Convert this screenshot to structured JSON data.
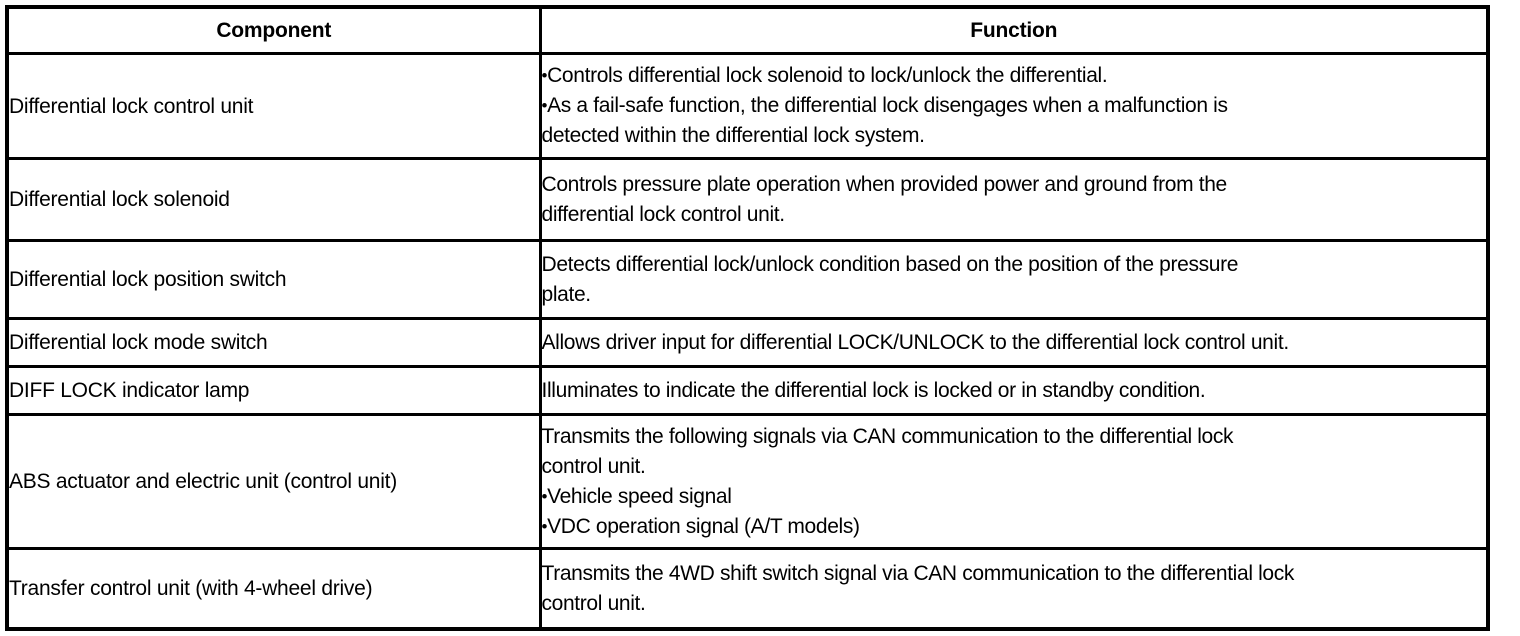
{
  "table": {
    "columns": [
      {
        "key": "component",
        "header": "Component"
      },
      {
        "key": "function",
        "header": "Function"
      }
    ],
    "rows": [
      {
        "component": "Differential lock control unit",
        "function_lines": [
          {
            "bullet": true,
            "text": "Controls differential lock solenoid to lock/unlock the differential."
          },
          {
            "bullet": true,
            "text": "As a fail-safe function, the differential lock disengages when a malfunction is"
          },
          {
            "bullet": false,
            "text": "detected within the differential lock system."
          }
        ]
      },
      {
        "component": "Differential lock solenoid",
        "function_lines": [
          {
            "bullet": false,
            "text": "Controls pressure plate operation when provided power and ground from the"
          },
          {
            "bullet": false,
            "text": "differential lock control unit."
          }
        ]
      },
      {
        "component": "Differential lock position switch",
        "function_lines": [
          {
            "bullet": false,
            "text": "Detects differential lock/unlock condition based on the position of the pressure"
          },
          {
            "bullet": false,
            "text": "plate."
          }
        ]
      },
      {
        "component": "Differential lock mode switch",
        "function_lines": [
          {
            "bullet": false,
            "text": "Allows driver input for differential LOCK/UNLOCK to the differential lock control unit."
          }
        ]
      },
      {
        "component": "DIFF LOCK indicator lamp",
        "function_lines": [
          {
            "bullet": false,
            "text": "Illuminates to indicate the differential lock is locked or in standby condition."
          }
        ]
      },
      {
        "component": "ABS actuator and electric unit (control unit)",
        "function_lines": [
          {
            "bullet": false,
            "text": "Transmits the following signals via CAN communication to the differential lock"
          },
          {
            "bullet": false,
            "text": "control unit."
          },
          {
            "bullet": true,
            "text": "Vehicle speed signal"
          },
          {
            "bullet": true,
            "text": "VDC operation signal (A/T models)"
          }
        ]
      },
      {
        "component": "Transfer control unit (with 4-wheel drive)",
        "function_lines": [
          {
            "bullet": false,
            "text": "Transmits the 4WD shift switch signal via CAN communication to the differential lock"
          },
          {
            "bullet": false,
            "text": "control unit."
          }
        ]
      }
    ]
  },
  "colors": {
    "text": "#000000",
    "background": "#ffffff",
    "border": "#000000"
  }
}
